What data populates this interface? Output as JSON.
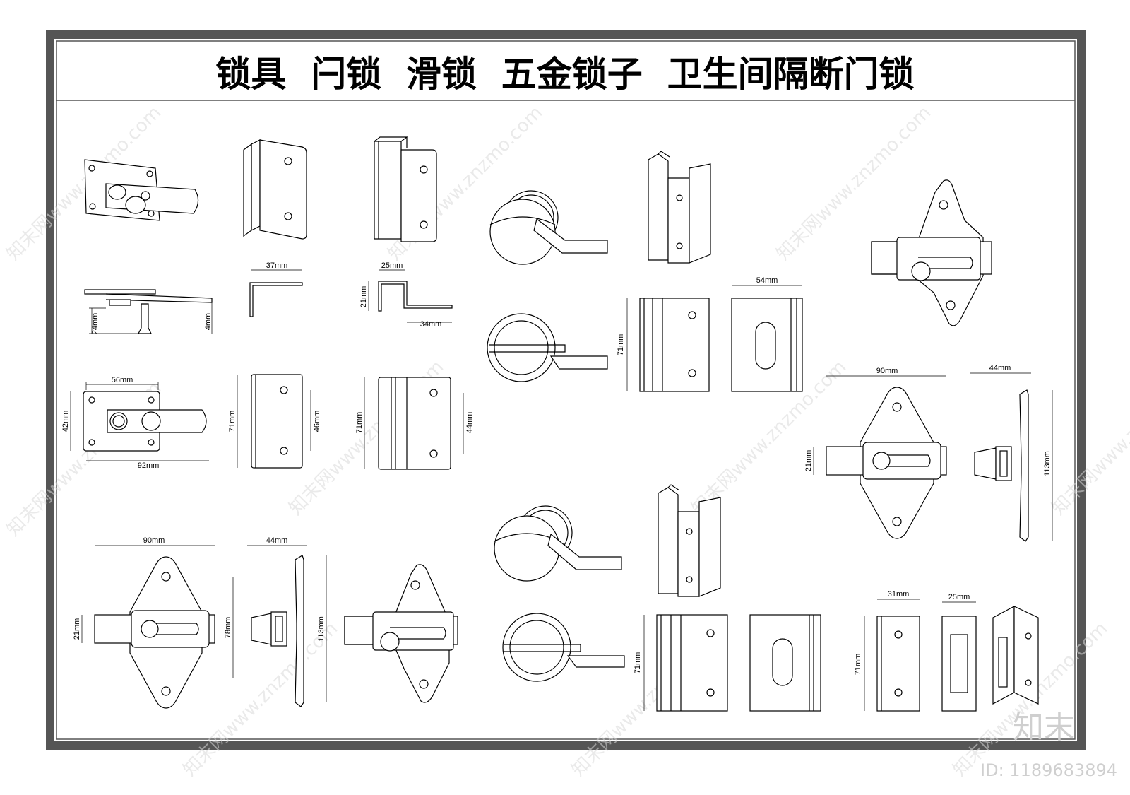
{
  "title": "锁具  闩锁  滑锁  五金锁子  卫生间隔断门锁",
  "dimensions": {
    "d_24": "24mm",
    "d_4": "4mm",
    "d_37": "37mm",
    "d_25": "25mm",
    "d_21_top": "21mm",
    "d_34": "34mm",
    "d_56": "56mm",
    "d_42": "42mm",
    "d_92": "92mm",
    "d_71_a": "71mm",
    "d_46": "46mm",
    "d_71_b": "71mm",
    "d_44_a": "44mm",
    "d_90_a": "90mm",
    "d_21_a": "21mm",
    "d_44_b": "44mm",
    "d_78": "78mm",
    "d_113_a": "113mm",
    "d_54": "54mm",
    "d_71_c": "71mm",
    "d_90_b": "90mm",
    "d_21_b": "21mm",
    "d_44_c": "44mm",
    "d_113_b": "113mm",
    "d_71_d": "71mm",
    "d_31": "31mm",
    "d_25_b": "25mm",
    "d_71_e": "71mm"
  },
  "watermark": {
    "text": "知末网www.znzmo.com"
  },
  "brand": {
    "logo": "知末",
    "id": "ID: 1189683894"
  }
}
